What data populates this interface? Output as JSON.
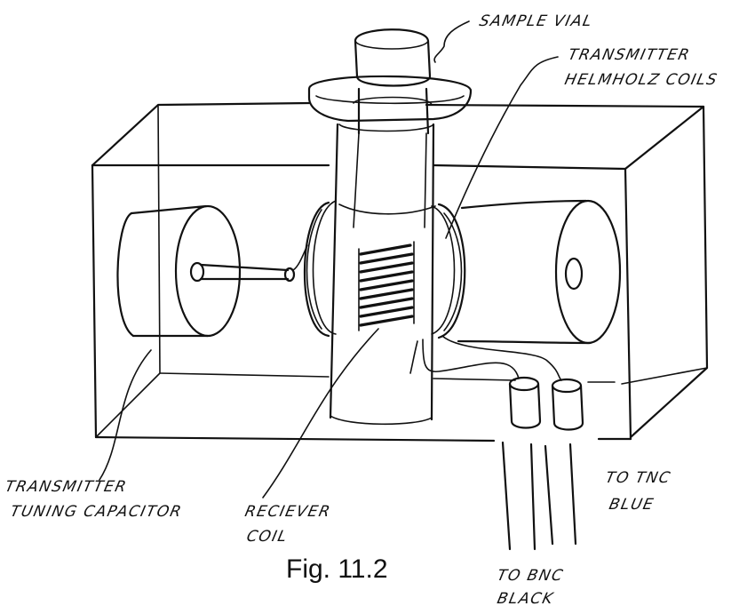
{
  "labels": {
    "sample_vial": "SAMPLE VIAL",
    "transmitter_coils_line1": "TRANSMITTER",
    "transmitter_coils_line2": "HELMHOLZ COILS",
    "tuning_capacitor_line1": "TRANSMITTER",
    "tuning_capacitor_line2": "TUNING CAPACITOR",
    "receiver_coil_line1": "RECIEVER",
    "receiver_coil_line2": "COIL",
    "tnc_line1": "TO TNC",
    "tnc_line2": "BLUE",
    "bnc_line1": "TO BNC",
    "bnc_line2": "BLACK"
  },
  "caption": "Fig. 11.2"
}
